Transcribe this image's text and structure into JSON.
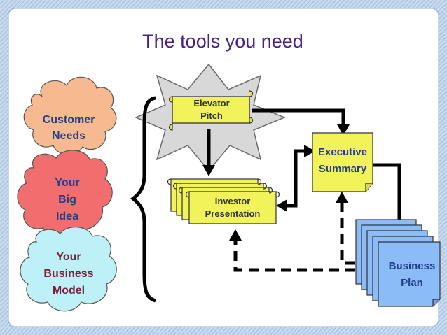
{
  "title": "The tools you need",
  "clouds": {
    "customer": {
      "line1": "Customer",
      "line2": "Needs"
    },
    "idea": {
      "line1": "Your",
      "line2": "Big",
      "line3": "Idea"
    },
    "model": {
      "line1": "Your",
      "line2": "Business",
      "line3": "Model"
    }
  },
  "elevator": {
    "line1": "Elevator",
    "line2": "Pitch"
  },
  "investor": {
    "line1": "Investor",
    "line2": "Presentation"
  },
  "executive": {
    "line1": "Executive",
    "line2": "Summary"
  },
  "business_plan": {
    "line1": "Business",
    "line2": "Plan"
  },
  "colors": {
    "title": "#4b1f8a",
    "text_blue": "#1f3f8f",
    "text_maroon": "#7a1f3a",
    "cloud_orange": "#f7b98f",
    "cloud_red": "#f26d6d",
    "cloud_cyan": "#bdf1f7",
    "yellow": "#f2f25a",
    "doc_blue": "#8cbcf7",
    "star_gray": "#d8d8d8",
    "frame_blue": "#bcd2e8"
  }
}
